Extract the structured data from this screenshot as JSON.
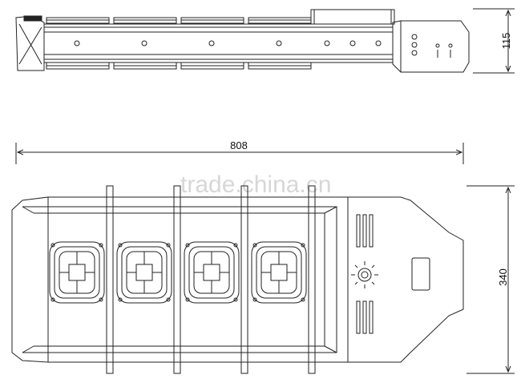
{
  "dimensions": {
    "total_length": "808",
    "side_height": "115",
    "plan_width": "340"
  },
  "watermark": {
    "text": "trade.china.cn"
  },
  "colors": {
    "line": "#222222",
    "watermark": "#d7d7d7"
  }
}
